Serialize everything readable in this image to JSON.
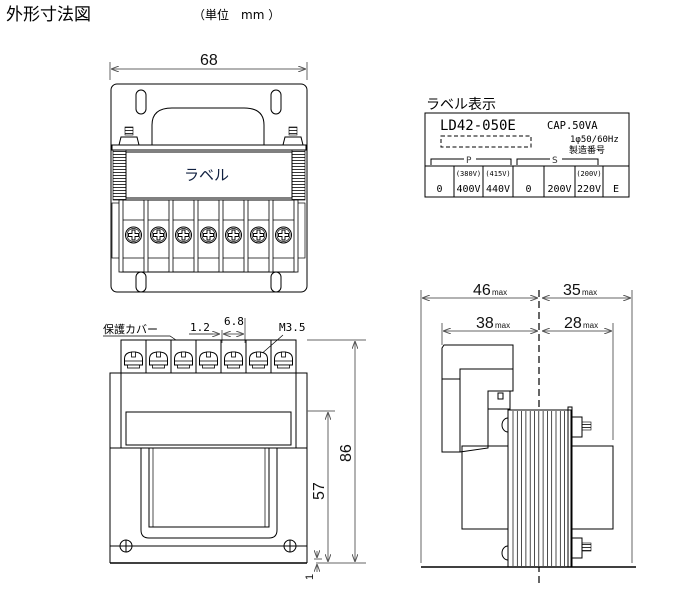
{
  "header": {
    "title": "外形寸法図",
    "unit": "（単位　mm ）"
  },
  "front_view": {
    "width_dim": "68",
    "label_text": "ラベル",
    "terminal_count": 7
  },
  "bottom_view": {
    "cover_label": "保護カバー",
    "gap_dim": "1.2",
    "pitch_dim": "6.8",
    "screw_label": "M3.5",
    "height_total": "86",
    "height_mount": "57",
    "base_thickness": "1"
  },
  "side_view": {
    "dim_46": "46",
    "dim_35": "35",
    "dim_38": "38",
    "dim_28": "28",
    "max_suffix": "max"
  },
  "label_display": {
    "heading": "ラベル表示",
    "model": "LD42-050E",
    "capacity": "CAP.50VA",
    "phase_freq": "1φ50/60Hz",
    "serial_label": "製造番号",
    "primary_group": "P",
    "secondary_group": "S",
    "terminals": [
      {
        "sub": "",
        "value": "0"
      },
      {
        "sub": "(380V)",
        "value": "400V"
      },
      {
        "sub": "(415V)",
        "value": "440V"
      },
      {
        "sub": "",
        "value": "0"
      },
      {
        "sub": "",
        "value": "200V"
      },
      {
        "sub": "(200V)",
        "value": "220V"
      },
      {
        "sub": "",
        "value": "E"
      }
    ]
  }
}
